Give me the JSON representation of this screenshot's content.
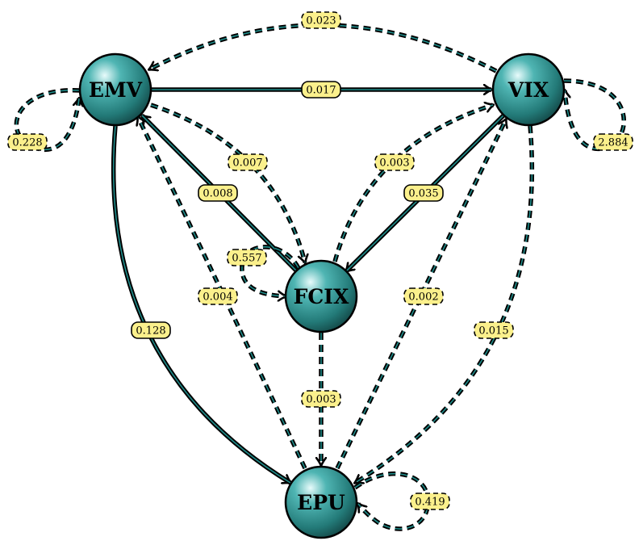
{
  "nodes": [
    {
      "id": "EMV",
      "label": "EMV"
    },
    {
      "id": "VIX",
      "label": "VIX"
    },
    {
      "id": "FCIX",
      "label": "FCIX"
    },
    {
      "id": "EPU",
      "label": "EPU"
    }
  ],
  "edges": [
    {
      "from": "VIX",
      "to": "EMV",
      "weight": "0.023",
      "style": "dashed"
    },
    {
      "from": "EMV",
      "to": "VIX",
      "weight": "0.017",
      "style": "solid"
    },
    {
      "from": "EMV",
      "to": "EMV",
      "weight": "0.228",
      "style": "dashed"
    },
    {
      "from": "VIX",
      "to": "VIX",
      "weight": "2.884",
      "style": "dashed"
    },
    {
      "from": "EMV",
      "to": "FCIX",
      "weight": "0.007",
      "style": "dashed"
    },
    {
      "from": "FCIX",
      "to": "EMV",
      "weight": "0.008",
      "style": "solid"
    },
    {
      "from": "FCIX",
      "to": "VIX",
      "weight": "0.003",
      "style": "dashed"
    },
    {
      "from": "VIX",
      "to": "FCIX",
      "weight": "0.035",
      "style": "solid"
    },
    {
      "from": "FCIX",
      "to": "FCIX",
      "weight": "0.557",
      "style": "dashed"
    },
    {
      "from": "EPU",
      "to": "EMV",
      "weight": "0.004",
      "style": "dashed"
    },
    {
      "from": "EPU",
      "to": "VIX",
      "weight": "0.002",
      "style": "dashed"
    },
    {
      "from": "EMV",
      "to": "EPU",
      "weight": "0.128",
      "style": "solid"
    },
    {
      "from": "VIX",
      "to": "EPU",
      "weight": "0.015",
      "style": "dashed"
    },
    {
      "from": "FCIX",
      "to": "EPU",
      "weight": "0.003",
      "style": "dashed"
    },
    {
      "from": "EPU",
      "to": "EPU",
      "weight": "0.419",
      "style": "dashed"
    }
  ],
  "colors": {
    "node": "#2a8a88",
    "edge_inner": "#1f8c8a",
    "label_fill": "#fbf08c"
  }
}
